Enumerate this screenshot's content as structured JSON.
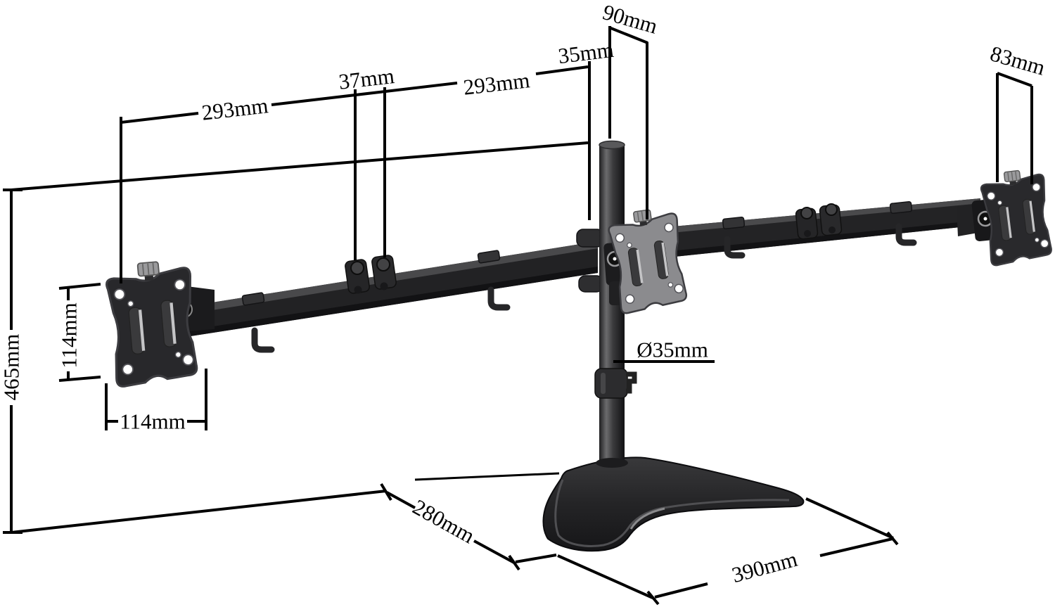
{
  "page": {
    "type": "product-dimension-diagram",
    "product": "triple-monitor-desk-stand",
    "background": "#ffffff"
  },
  "colors": {
    "dimension_line": "#000000",
    "hardware_black": "#232325",
    "hardware_gray": "#8b8b8e",
    "highlight_gray": "#c4c4c6"
  },
  "labels": {
    "arm_left_length": "293mm",
    "joint_spacing": "37mm",
    "arm_right_length": "293mm",
    "pole_offset": "35mm",
    "center_bracket_offset": "90mm",
    "right_bracket_width": "83mm",
    "overall_height": "465mm",
    "vesa_plate_height": "114mm",
    "vesa_plate_width": "114mm",
    "pole_diameter": "Ø35mm",
    "base_depth": "280mm",
    "base_width": "390mm"
  }
}
